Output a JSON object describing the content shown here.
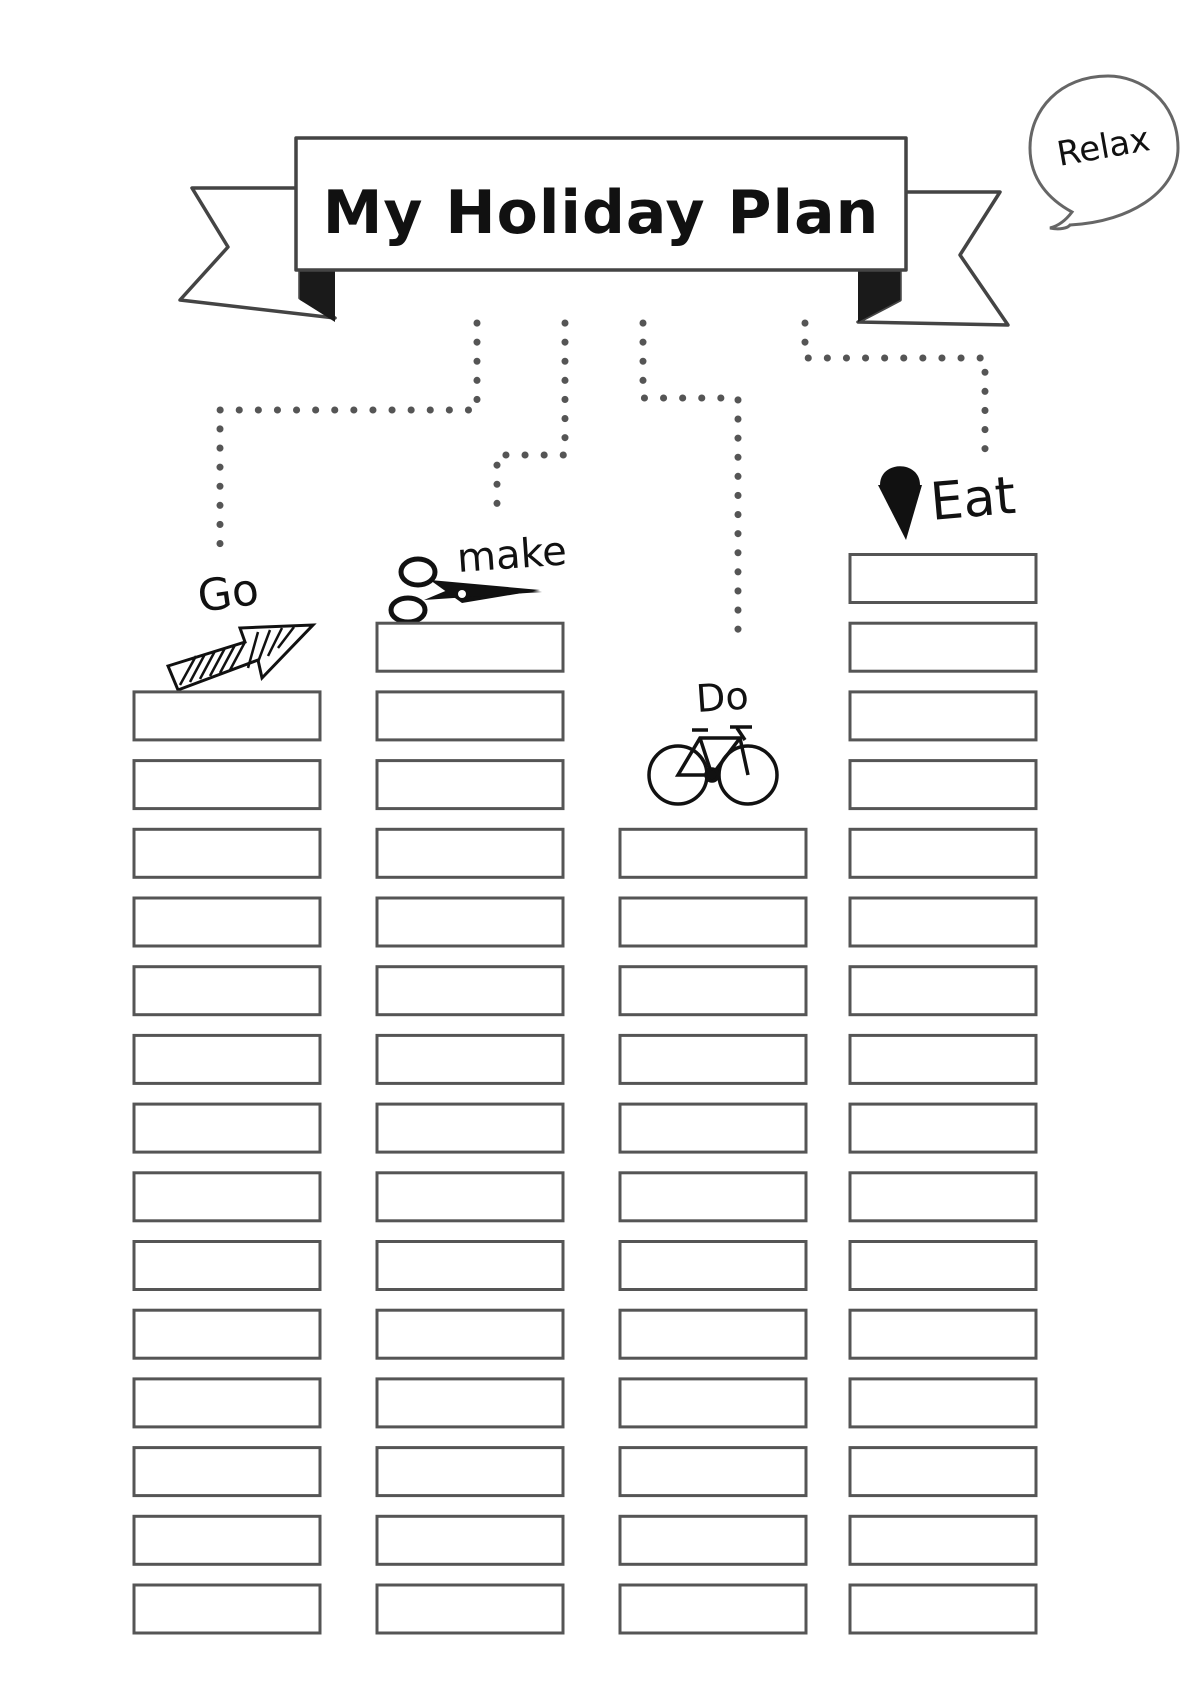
{
  "title": "My Holiday Plan",
  "bubble": "Relax",
  "columns": [
    {
      "id": "go",
      "label": "Go",
      "icon": "arrow-icon",
      "rows": 14
    },
    {
      "id": "make",
      "label": "make",
      "icon": "scissors-icon",
      "rows": 15
    },
    {
      "id": "do",
      "label": "Do",
      "icon": "bicycle-icon",
      "rows": 12
    },
    {
      "id": "eat",
      "label": "Eat",
      "icon": "ice-cream-icon",
      "rows": 16
    }
  ]
}
